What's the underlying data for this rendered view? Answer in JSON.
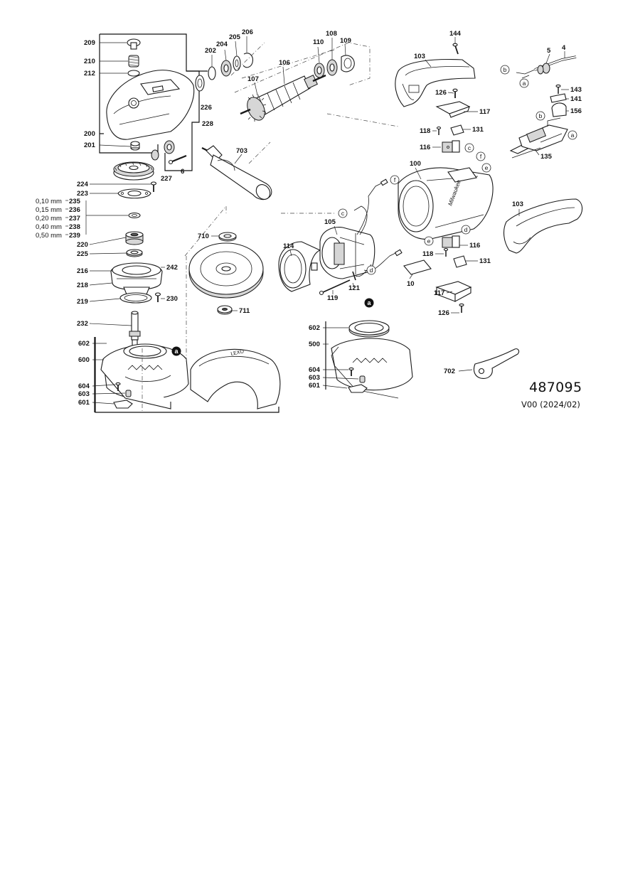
{
  "document": {
    "number": "487095",
    "version": "V00 (2024/02)"
  },
  "callouts": {
    "c209": "209",
    "c210": "210",
    "c212": "212",
    "c200": "200",
    "c201": "201",
    "c202": "202",
    "c204": "204",
    "c205": "205",
    "c206": "206",
    "c226": "226",
    "c228": "228",
    "c227": "227",
    "c6": "6",
    "c107": "107",
    "c106": "106",
    "c110": "110",
    "c108": "108",
    "c109": "109",
    "c703": "703",
    "c144": "144",
    "c103a": "103",
    "c103b": "103",
    "c126a": "126",
    "c126b": "126",
    "c117a": "117",
    "c117b": "117",
    "c118a": "118",
    "c118b": "118",
    "c131a": "131",
    "c131b": "131",
    "c116a": "116",
    "c116b": "116",
    "c5": "5",
    "c4": "4",
    "c143": "143",
    "c141": "141",
    "c156": "156",
    "c135": "135",
    "c100": "100",
    "c105": "105",
    "c114": "114",
    "c10": "10",
    "c121": "121",
    "c119": "119",
    "c224": "224",
    "c223": "223",
    "c220": "220",
    "c225": "225",
    "c216": "216",
    "c218": "218",
    "c219": "219",
    "c242": "242",
    "c230": "230",
    "c232": "232",
    "c710": "710",
    "c711": "711",
    "c602a": "602",
    "c600": "600",
    "c604a": "604",
    "c603a": "603",
    "c601a": "601",
    "c602b": "602",
    "c500": "500",
    "c604b": "604",
    "c603b": "603",
    "c601b": "601",
    "c702": "702"
  },
  "shims": [
    {
      "size": "0,10 mm",
      "code": "235"
    },
    {
      "size": "0,15 mm",
      "code": "236"
    },
    {
      "size": "0,20 mm",
      "code": "237"
    },
    {
      "size": "0,40 mm",
      "code": "238"
    },
    {
      "size": "0,50 mm",
      "code": "239"
    }
  ],
  "connection_markers": {
    "a": "a",
    "b": "b",
    "c": "c",
    "d": "d",
    "e": "e",
    "f": "f"
  }
}
